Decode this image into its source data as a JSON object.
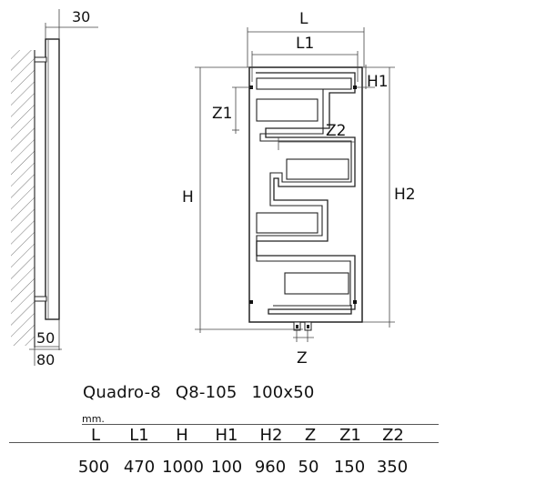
{
  "dimension_labels": {
    "L": "L",
    "L1": "L1",
    "H": "H",
    "H1": "H1",
    "H2": "H2",
    "Z": "Z",
    "Z1": "Z1",
    "Z2": "Z2",
    "side_depth": "30",
    "side_50": "50",
    "side_80": "80"
  },
  "model": {
    "name": "Quadro-8",
    "code": "Q8-105",
    "profile": "100x50"
  },
  "table": {
    "unit": "mm.",
    "headers": [
      "L",
      "L1",
      "H",
      "H1",
      "H2",
      "Z",
      "Z1",
      "Z2"
    ],
    "values": [
      "500",
      "470",
      "1000",
      "100",
      "960",
      "50",
      "150",
      "350"
    ]
  }
}
